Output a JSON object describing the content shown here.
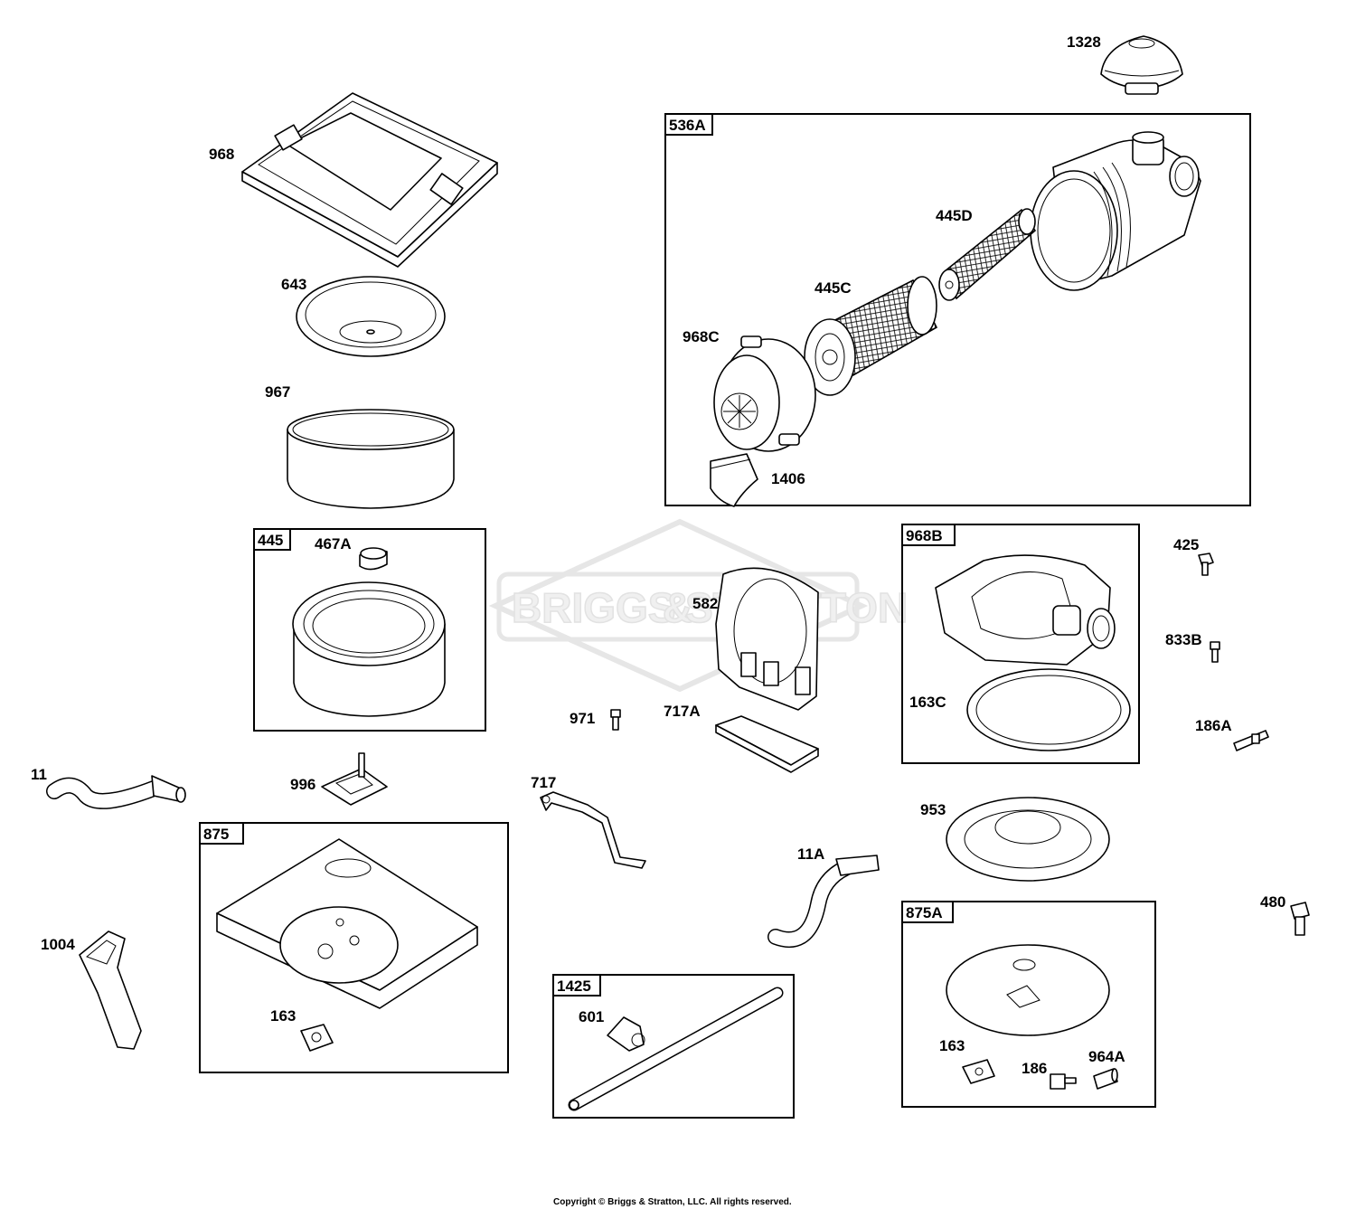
{
  "watermark": {
    "left": "BRIGGS",
    "amp": "&",
    "right": "STRATTON"
  },
  "copyright": "Copyright © Briggs & Stratton, LLC. All rights reserved.",
  "groups": {
    "g536A": "536A",
    "g445": "445",
    "g968B": "968B",
    "g875": "875",
    "g875A": "875A",
    "g1425": "1425"
  },
  "parts": {
    "p1328": "1328",
    "p968": "968",
    "p643": "643",
    "p967": "967",
    "p445D": "445D",
    "p445C": "445C",
    "p968C": "968C",
    "p1406": "1406",
    "p467A": "467A",
    "p582": "582",
    "p425": "425",
    "p833B": "833B",
    "p163C": "163C",
    "p971": "971",
    "p717A": "717A",
    "p186A": "186A",
    "p11": "11",
    "p996": "996",
    "p717": "717",
    "p953": "953",
    "p11A": "11A",
    "p480": "480",
    "p1004": "1004",
    "p163a": "163",
    "p601": "601",
    "p163b": "163",
    "p186": "186",
    "p964A": "964A"
  }
}
